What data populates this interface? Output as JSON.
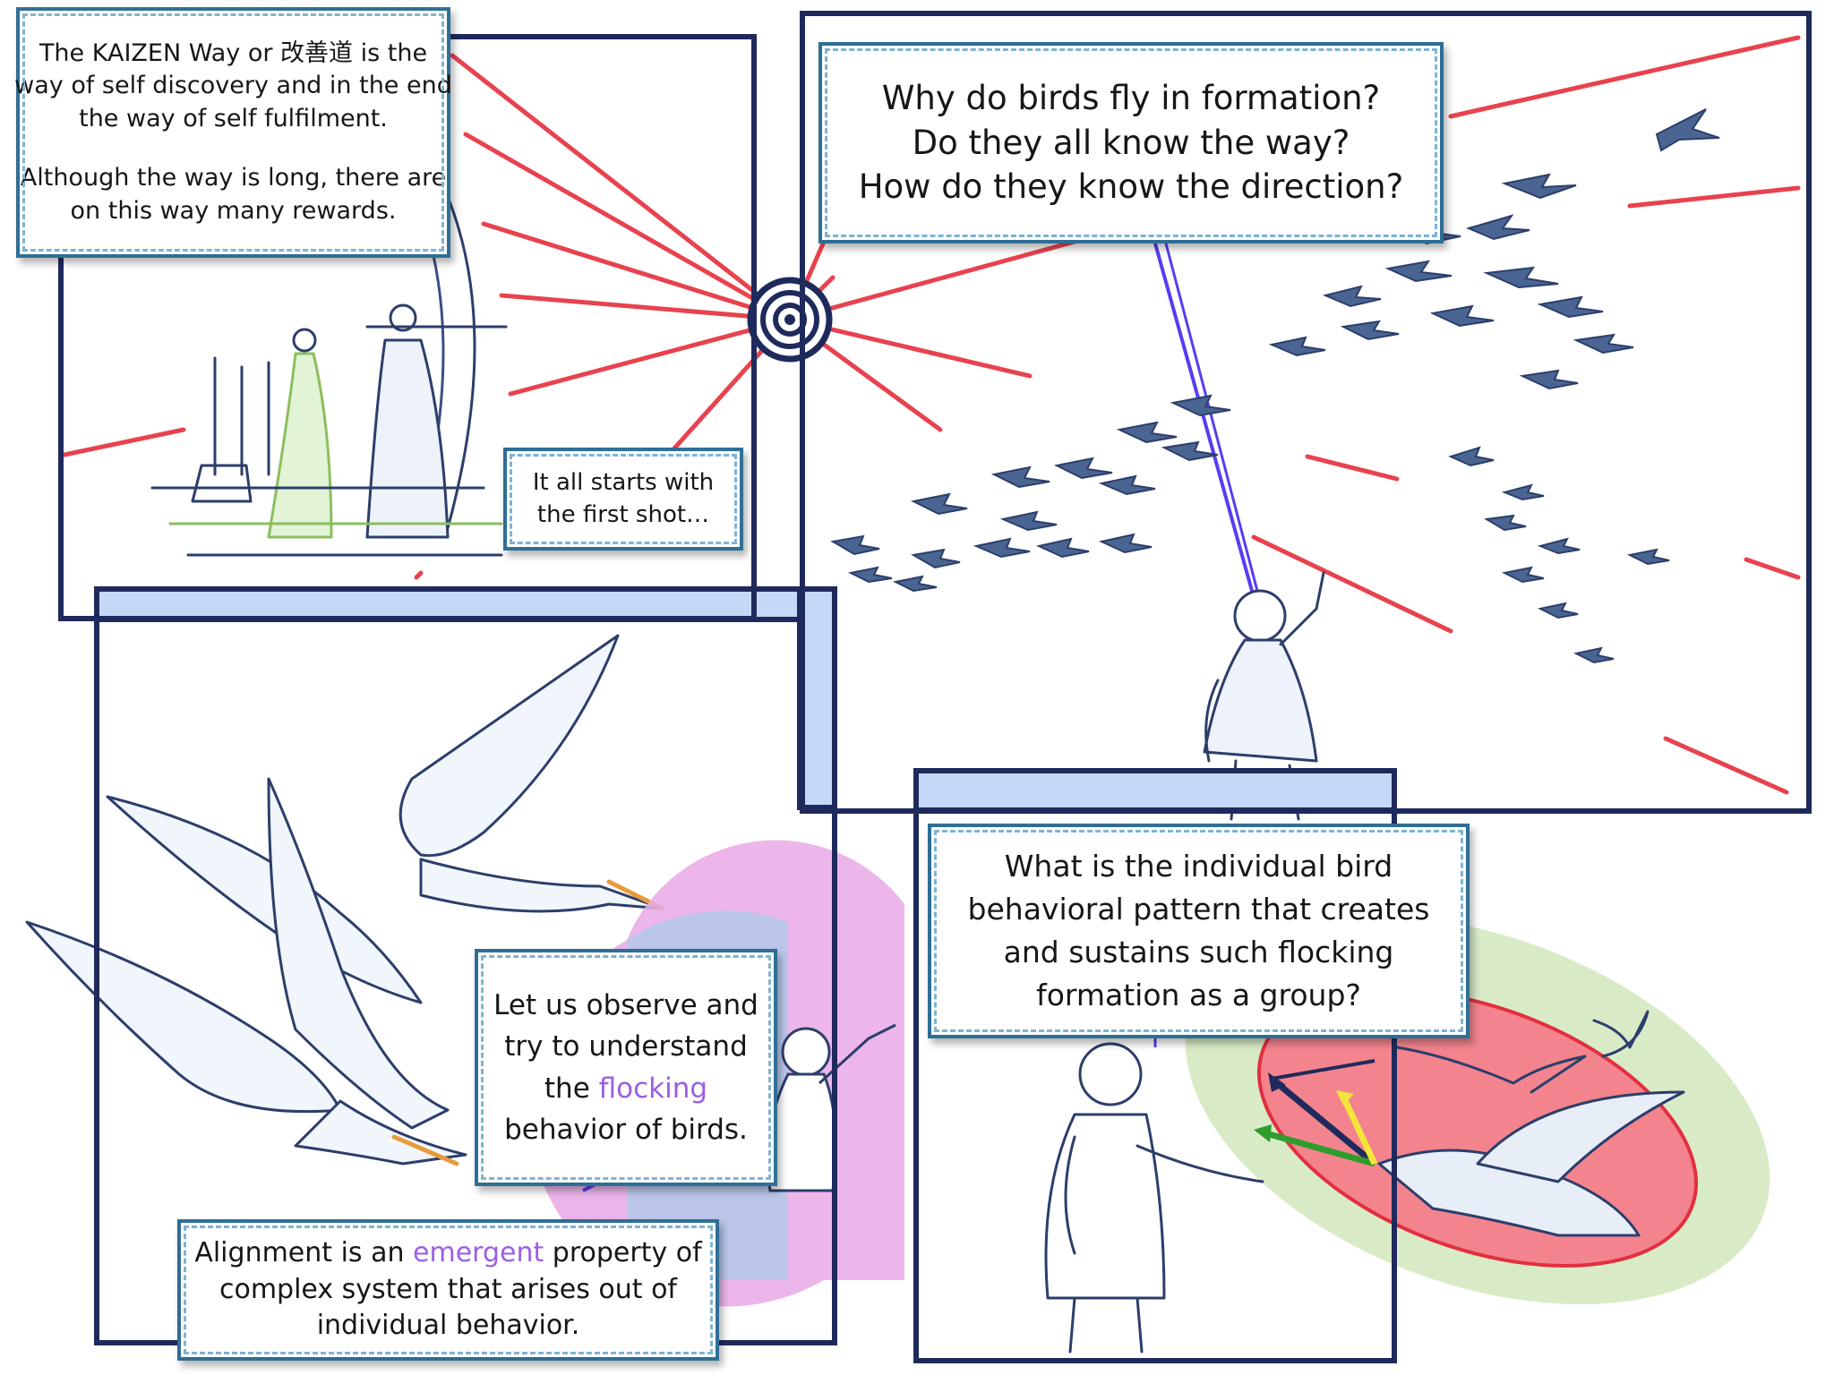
{
  "colors": {
    "panel_border": "#1f2a5c",
    "tab_fill": "#c4d9f7",
    "ray_red": "#e8424f",
    "highlight_purple": "#9a5fe6",
    "caption_border": "#2f6e95"
  },
  "captions": {
    "kaizen": {
      "line1_prefix": "The KAIZEN Way or ",
      "line1_kanji": "改善道",
      "line1_suffix": " is the",
      "line2": "way of self discovery and in the end",
      "line3": "the way of self fulfilment.",
      "line4": "Although the way is long, there are",
      "line5": "on this way many rewards."
    },
    "first_shot": {
      "line1": "It all starts with",
      "line2": "the first shot…"
    },
    "birds_question": {
      "line1": "Why do birds fly in formation?",
      "line2": "Do they all know the way?",
      "line3": "How do they know the direction?"
    },
    "observe": {
      "line1": "Let us observe and",
      "line2": "try to understand",
      "line3_prefix": "the ",
      "line3_highlight": "flocking",
      "line4": "behavior of birds."
    },
    "alignment": {
      "line1_prefix": "Alignment is an ",
      "line1_highlight": "emergent",
      "line1_suffix": " property of",
      "line2": "complex system that arises out of",
      "line3": "individual behavior."
    },
    "pattern_question": {
      "line1": "What is the individual bird",
      "line2": "behavioral pattern that creates",
      "line3": "and sustains such flocking",
      "line4": "formation as a group?"
    }
  }
}
